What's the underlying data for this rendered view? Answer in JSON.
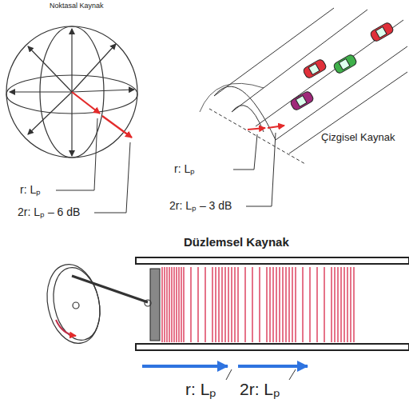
{
  "diagram": {
    "labels": [
      "Noktasal Kaynak",
      "r: Lₚ",
      "2r: Lₚ – 6 dB",
      "Çizgisel Kaynak",
      "r: Lₚ",
      "2r: Lₚ – 3 dB",
      "Düzlemsel Kaynak",
      "r: Lₚ",
      "2r: Lₚ"
    ]
  }
}
